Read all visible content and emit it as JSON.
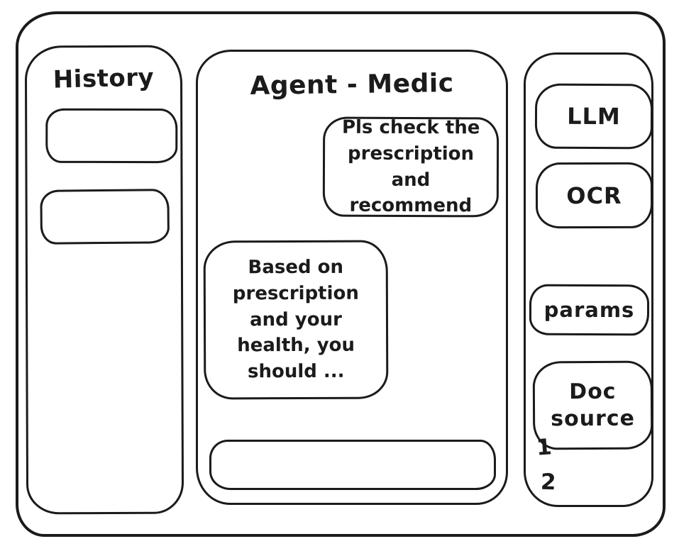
{
  "colors": {
    "stroke": "#1b1b1b",
    "background": "#ffffff"
  },
  "history": {
    "title": "History",
    "items": [
      {
        "label": ""
      },
      {
        "label": ""
      }
    ]
  },
  "chat": {
    "title": "Agent - Medic",
    "messages": [
      {
        "role": "user",
        "text": "Pls check the prescription and recommend"
      },
      {
        "role": "assistant",
        "text": "Based on prescription and your health, you should ..."
      }
    ],
    "input": {
      "value": "",
      "placeholder": ""
    }
  },
  "tools": {
    "llm_label": "LLM",
    "ocr_label": "OCR",
    "params_label": "params",
    "doc_source_label": "Doc source",
    "doc_sources": [
      "1",
      "2"
    ]
  }
}
